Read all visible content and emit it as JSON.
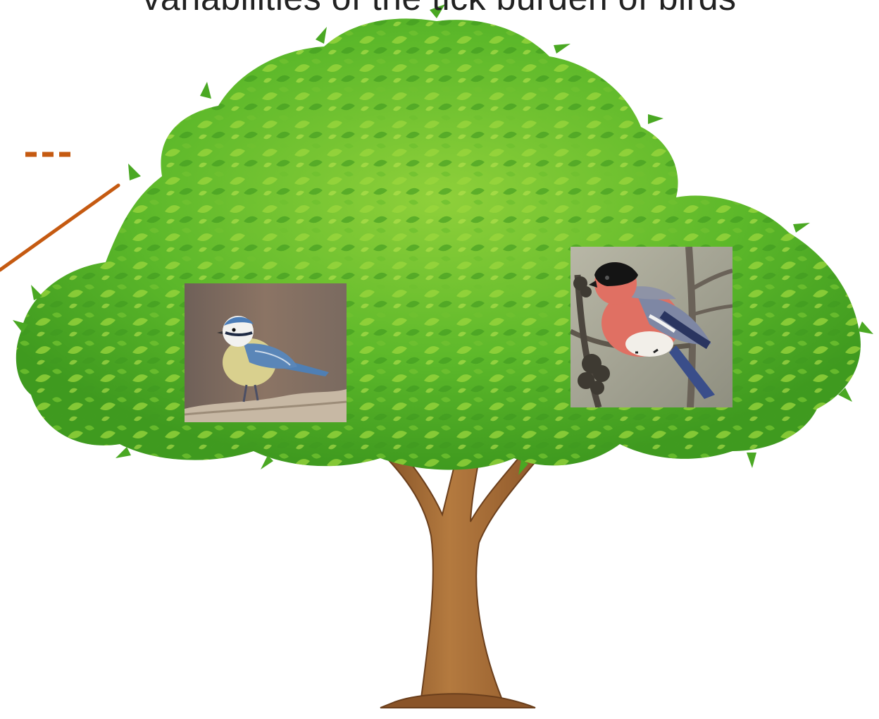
{
  "slide": {
    "title": "variabilities of the tick burden of birds",
    "marker_text": "---"
  },
  "colors": {
    "accent": "#c55a11",
    "leaf_dark": "#3f9a1f",
    "leaf_mid": "#5cb82a",
    "leaf_light": "#9bd63c",
    "trunk": "#a86a34",
    "trunk_dark": "#7a4a22"
  },
  "images": {
    "tree": "tree-illustration",
    "bird_left": "blue-tit-photo",
    "bird_right": "bullfinch-photo"
  }
}
